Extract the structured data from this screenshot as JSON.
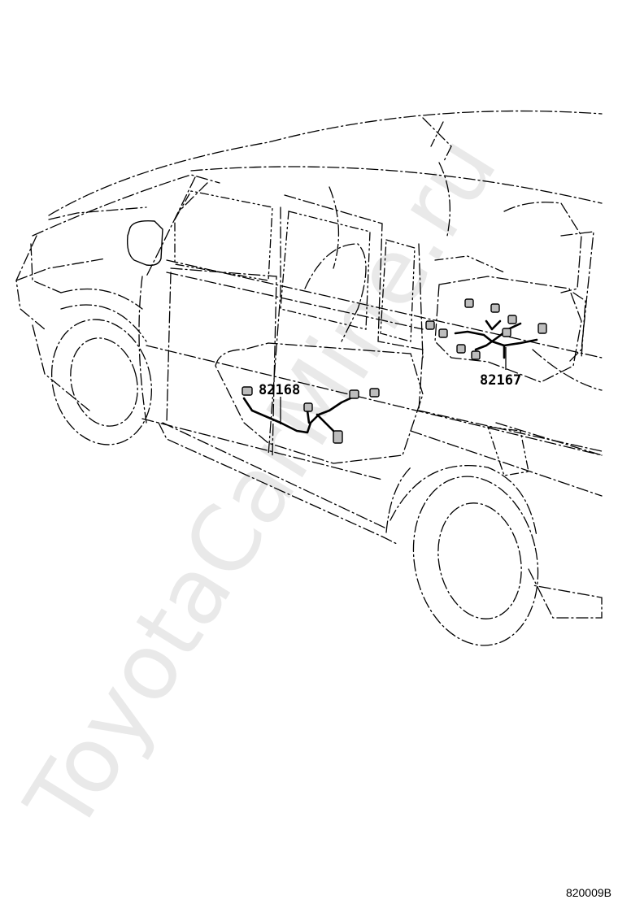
{
  "watermark": "ToyotaCarMine.ru",
  "callouts": [
    {
      "id": "82168"
    },
    {
      "id": "82167"
    }
  ],
  "figure_code": "820009B"
}
